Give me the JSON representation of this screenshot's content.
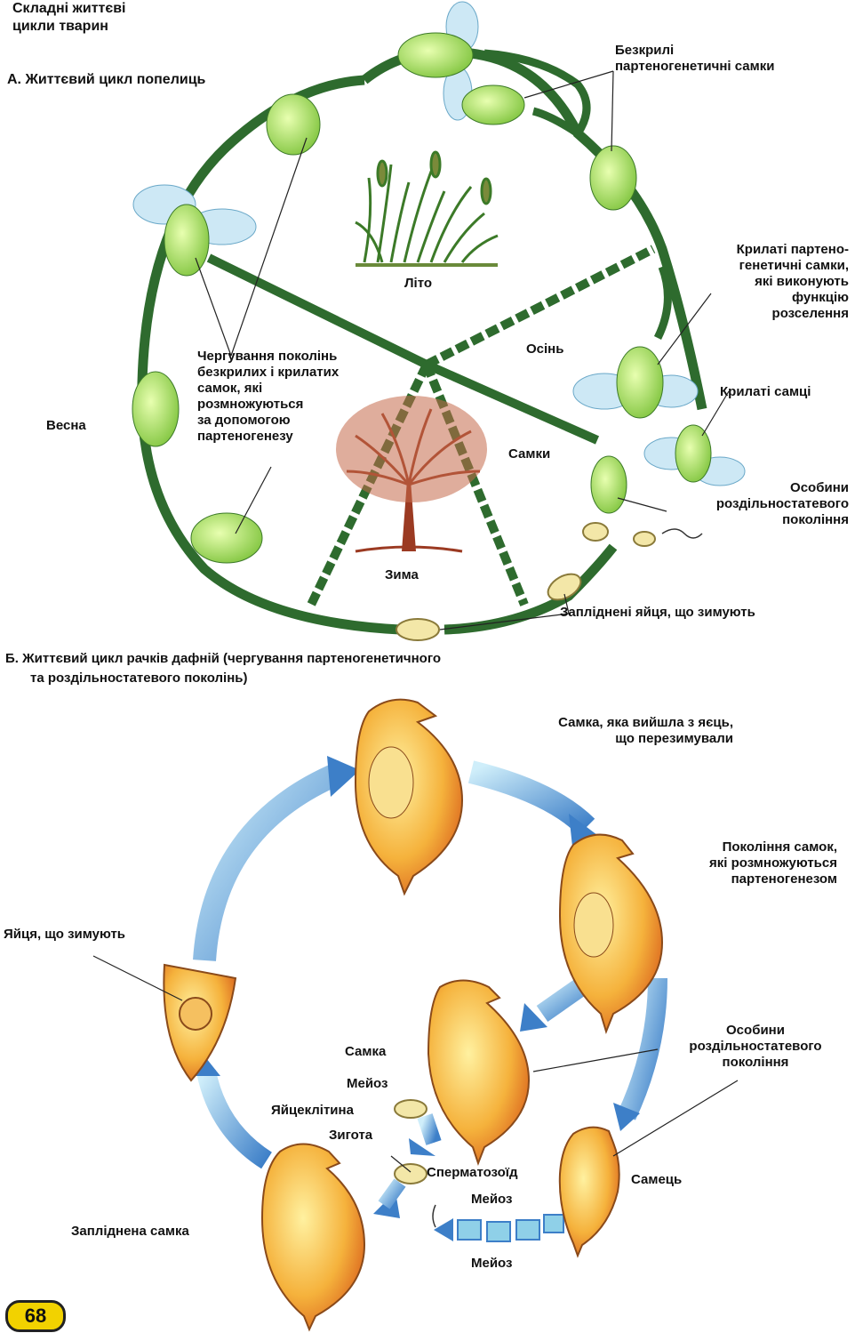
{
  "page_title_line1": "Складні життєві",
  "page_title_line2": "цикли тварин",
  "section_a": {
    "title": "А. Життєвий цикл попелиць",
    "wingless_females": "Безкрилі\nпартеногенетичні самки",
    "winged_females": "Крилаті партено-\nгенетичні самки,\nякі виконують\nфункцію\nрозселення",
    "winged_males": "Крилаті самці",
    "summer": "Літо",
    "autumn": "Осінь",
    "spring": "Весна",
    "winter": "Зима",
    "females": "Самки",
    "alternation": "Чергування поколінь\nбезкрилих і крилатих\nсамок, які\nрозмножуються\nза допомогою\nпартеногенезу",
    "sexual_generation": "Особини\nроздільностатевого\nпокоління",
    "overwintering_eggs": "Запліднені яйця, що зимують"
  },
  "section_b": {
    "title_line1": "Б. Життєвий цикл рачків дафній (чергування партеногенетичного",
    "title_line2": "та роздільностатевого поколінь)",
    "hatched_female": "Самка, яка вийшла з яєць,\nщо перезимували",
    "parthenogenetic_generation": "Покоління самок,\nякі розмножуються\nпартеногенезом",
    "winter_eggs": "Яйця, що зимують",
    "sexual_generation": "Особини\nроздільностатевого\nпокоління",
    "female": "Самка",
    "meiosis_1": "Мейоз",
    "egg_cell": "Яйцеклітина",
    "zygote": "Зигота",
    "sperm": "Сперматозоїд",
    "meiosis_2": "Мейоз",
    "male": "Самець",
    "meiosis_3": "Мейоз",
    "fertilized_female": "Запліднена самка"
  },
  "page_number": "68",
  "colors": {
    "stem": "#2e6b2e",
    "aphid": "#a8dc5a",
    "wing": "#cde8f5",
    "daphnia": "#f2a838",
    "arrow": "#5ea8d8",
    "tree": "#9b3a22",
    "egg": "#f3e7a8"
  }
}
